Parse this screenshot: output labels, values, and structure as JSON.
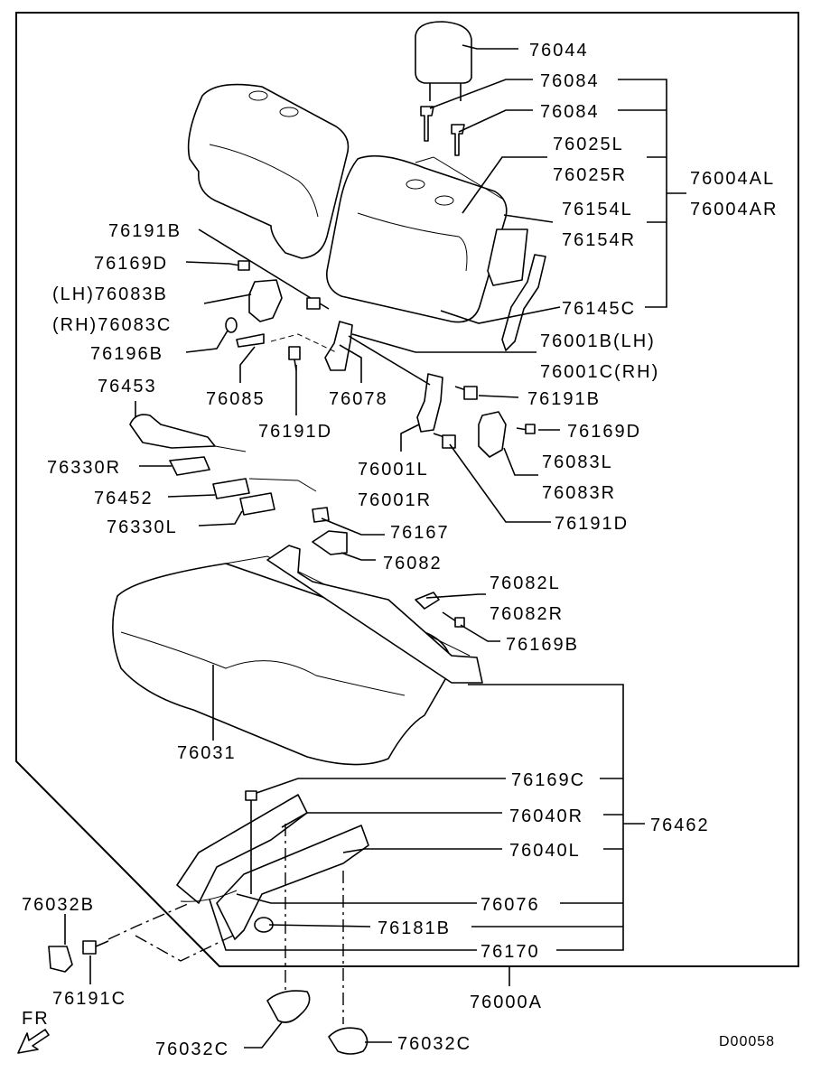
{
  "diagram_id": "D00058",
  "orientation_marker": "FR",
  "part_numbers": {
    "p76044": "76044",
    "p76084a": "76084",
    "p76084b": "76084",
    "p76025L": "76025L",
    "p76025R": "76025R",
    "p76004AL": "76004AL",
    "p76004AR": "76004AR",
    "p76154L": "76154L",
    "p76154R": "76154R",
    "p76145C": "76145C",
    "p76191B_left": "76191B",
    "p76169D_left": "76169D",
    "p76083B": "(LH)76083B",
    "p76083C": "(RH)76083C",
    "p76196B": "76196B",
    "p76001B": "76001B(LH)",
    "p76001C": "76001C(RH)",
    "p76453": "76453",
    "p76085": "76085",
    "p76078": "76078",
    "p76191B_right": "76191B",
    "p76191D_left": "76191D",
    "p76169D_right": "76169D",
    "p76330R": "76330R",
    "p76001L": "76001L",
    "p76083L": "76083L",
    "p76452": "76452",
    "p76001R": "76001R",
    "p76083R": "76083R",
    "p76330L": "76330L",
    "p76167": "76167",
    "p76191D_right": "76191D",
    "p76082": "76082",
    "p76082L": "76082L",
    "p76082R": "76082R",
    "p76169B": "76169B",
    "p76031": "76031",
    "p76169C": "76169C",
    "p76040R": "76040R",
    "p76462": "76462",
    "p76040L": "76040L",
    "p76032B": "76032B",
    "p76076": "76076",
    "p76181B": "76181B",
    "p76170": "76170",
    "p76191C": "76191C",
    "p76000A": "76000A",
    "p76032C_left": "76032C",
    "p76032C_right": "76032C"
  }
}
